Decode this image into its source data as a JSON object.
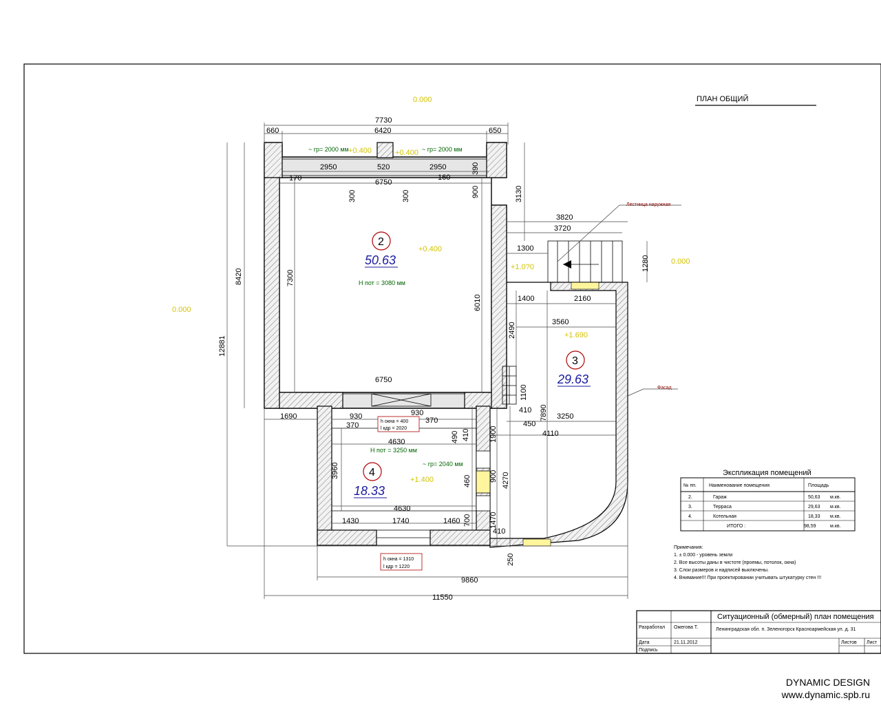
{
  "sheet": {
    "title": "ПЛАН ОБЩИЙ",
    "footer_brand": "DYNAMIC DESIGN",
    "footer_url": "www.dynamic.spb.ru"
  },
  "levels": {
    "outside_top": "0.000",
    "outside_left": "0.000",
    "outside_right": "0.000",
    "room2": "+0.400",
    "window_top_left": "+0.400",
    "window_top_right": "+0.400",
    "stairs_landing": "+1.0?0",
    "room3": "+1.690",
    "room4": "+1.400"
  },
  "rooms": [
    {
      "number": "2",
      "area": "50.63",
      "height": "Н пот = 3080 мм"
    },
    {
      "number": "3",
      "area": "29.63",
      "height": ""
    },
    {
      "number": "4",
      "area": "18.33",
      "height": "Н пот = 3250 мм"
    }
  ],
  "dimensions": {
    "top_total": "7730",
    "top_left": "660",
    "top_mid": "6420",
    "top_right": "650",
    "inner_a": "2950",
    "inner_b": "520",
    "inner_c": "2950",
    "inner_d": "390",
    "inner_e": "170",
    "inner_f": "6750",
    "inner_g": "160",
    "v300a": "300",
    "v300b": "300",
    "v900": "900",
    "v3130": "3130",
    "v8420": "8420",
    "v7300": "7300",
    "v6010": "6010",
    "v12881": "12881",
    "bottom_inner": "6750",
    "d3820": "3820",
    "d3720": "3720",
    "d1300": "1300",
    "d1280": "1280",
    "d1400": "1400",
    "d2160": "2160",
    "d3560": "3560",
    "d2490": "2490",
    "d1100": "1100",
    "d410a": "410",
    "d450": "450",
    "d3250": "3250",
    "d4110": "4110",
    "d7890": "7890",
    "d1690": "1690",
    "d930a": "930",
    "d930b": "930",
    "d370a": "370",
    "d370b": "370",
    "d4630a": "4630",
    "d490": "490",
    "d410b": "410",
    "d1900": "1900",
    "d3960": "3960",
    "d900b": "900",
    "d460": "460",
    "d4270": "4270",
    "d4630b": "4630",
    "d1430": "1430",
    "d1740": "1740",
    "d1460": "1460",
    "d700": "700",
    "d1470": "1470",
    "d410c": "410",
    "d250": "250",
    "d9860": "9860",
    "d11550": "11550"
  },
  "notes_small": {
    "window_note_top_left": "~ гр= 2000 мм",
    "window_note_top_right": "~ гр= 2000 мм",
    "window_note_room4": "~ гр= 2040 мм",
    "leader_stairs": "Лестница наружная",
    "leader_wall": "Фасад"
  },
  "openings": [
    {
      "line1": "h окна = 400",
      "line2": "l кдр = 2020"
    },
    {
      "line1": "h окна = 1310",
      "line2": "l кдр = 1220"
    }
  ],
  "explication": {
    "title": "Экспликация помещений",
    "headers": [
      "№ пп.",
      "Наименование помещения",
      "Площадь"
    ],
    "rows": [
      [
        "2.",
        "Гараж",
        "50,63",
        "м.кв."
      ],
      [
        "3.",
        "Терраса",
        "29,63",
        "м.кв."
      ],
      [
        "4.",
        "Котельная",
        "18,33",
        "м.кв."
      ]
    ],
    "total_label": "ИТОГО :",
    "total_value": "98,59",
    "total_unit": "м.кв."
  },
  "remarks": {
    "heading": "Примечания:",
    "items": [
      "1. ± 0.000 - уровень земли",
      "2. Все высоты даны в чистоте (проемы, потолок, окна)",
      "3. Слои размеров и надписей выключены.",
      "4. Внимание!!! При проектировании учитывать штукатурку стен !!!"
    ]
  },
  "title_block": {
    "description": "Ситуационный (обмерный) план помещения",
    "address": "Ленинградская обл.   п. Зеленогорск   Красноармейская ул.   д. 31",
    "row1_label": "Разработал",
    "row1_name": "Ожегова Т.",
    "row2_label": "Дата",
    "row2_value": "21.11.2012",
    "row3_label": "Подпись",
    "sheet_label": "Листов",
    "list_label": "Лист"
  }
}
